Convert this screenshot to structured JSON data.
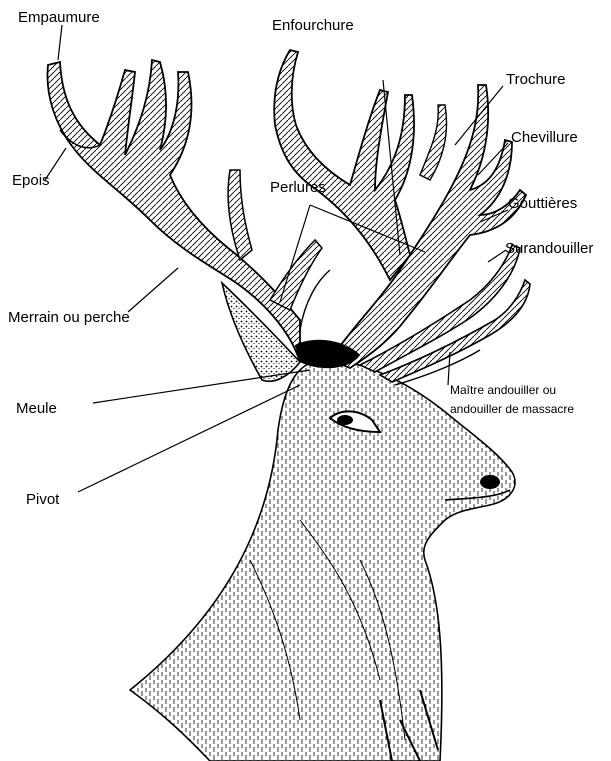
{
  "colors": {
    "ink": "#000000",
    "background": "#ffffff"
  },
  "labels": {
    "empaumure": "Empaumure",
    "enfourchure": "Enfourchure",
    "trochure": "Trochure",
    "chevillure": "Chevillure",
    "epois": "Epois",
    "perlures": "Perlures",
    "gouttieres": "Gouttières",
    "surandouiller": "Surandouiller",
    "merrain": "Merrain ou perche",
    "meule": "Meule",
    "maitre_line1": "Maître andouiller ou",
    "maitre_line2": "andouiller de massacre",
    "pivot": "Pivot"
  }
}
